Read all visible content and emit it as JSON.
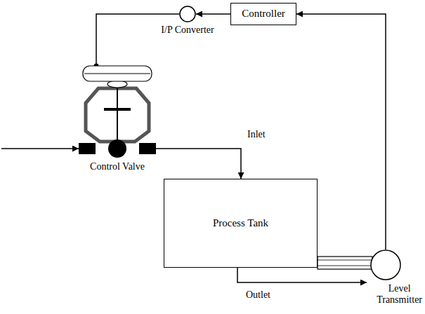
{
  "diagram": {
    "nodes": [
      {
        "text": [
          "Controller"
        ]
      },
      {
        "text": [
          "I/P Converter"
        ]
      },
      {
        "text": [
          "Control Valve"
        ]
      },
      {
        "text": [
          "Process Tank"
        ]
      },
      {
        "text": [
          "Level Transmitter"
        ]
      }
    ],
    "edges": [
      {
        "from": 0,
        "to": 1,
        "arrow": "to"
      },
      {
        "from": 1,
        "to": 2,
        "arrow": "none"
      },
      {
        "from": 2,
        "to": 3,
        "label": "Inlet",
        "arrow": "to"
      },
      {
        "from": 4,
        "to": 0,
        "arrow": "to"
      }
    ],
    "labels": [
      "Outlet"
    ]
  }
}
